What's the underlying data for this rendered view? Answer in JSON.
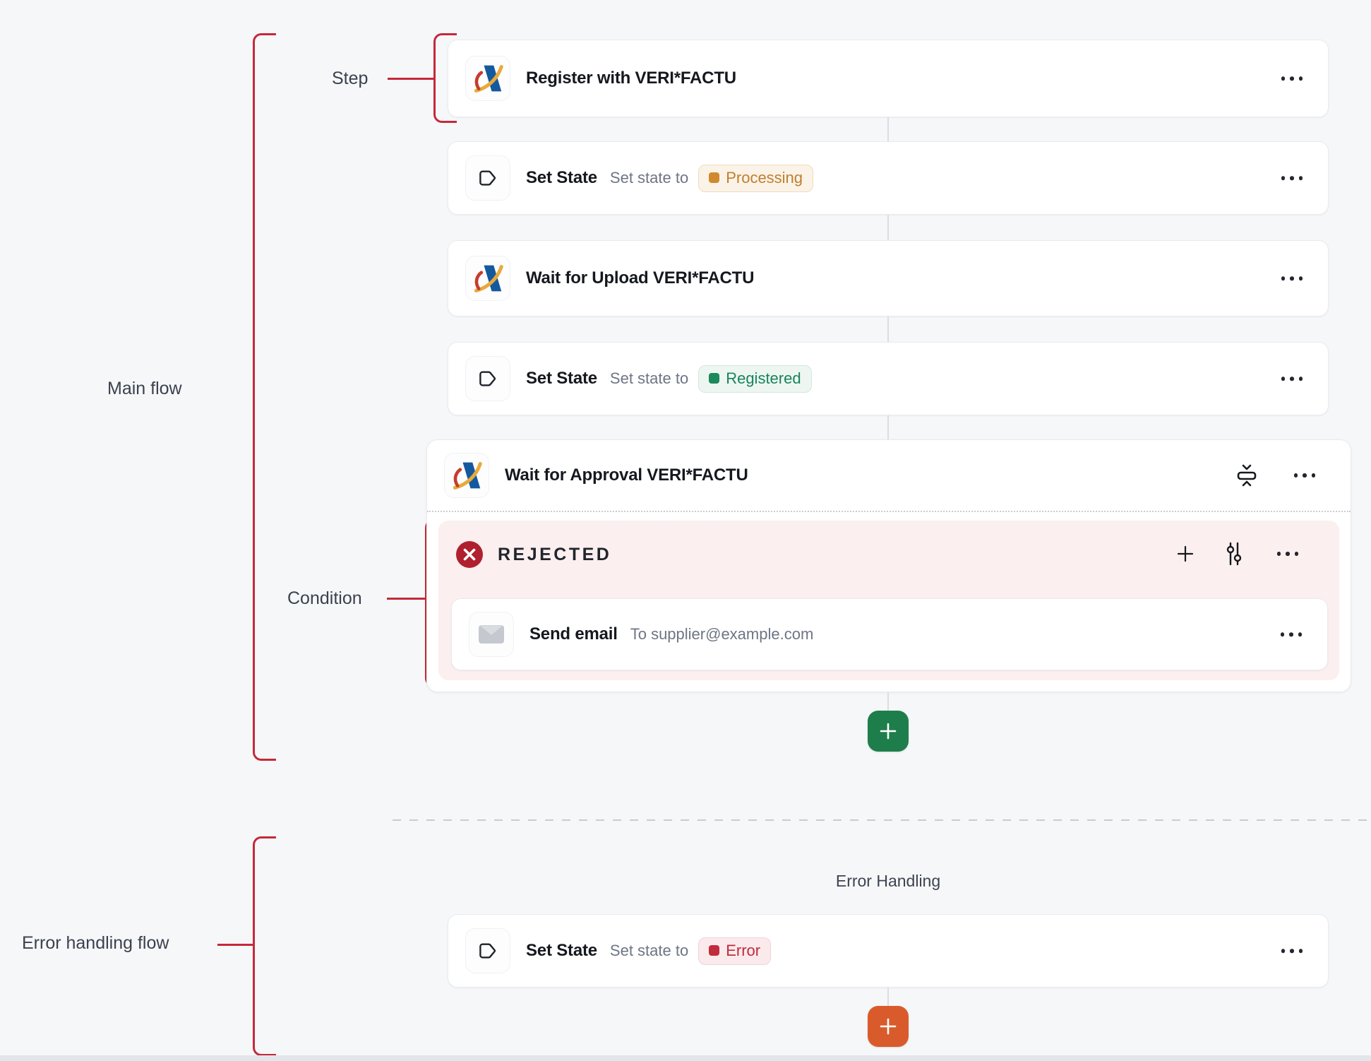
{
  "annotations": {
    "main_flow": "Main flow",
    "step": "Step",
    "condition": "Condition",
    "error_flow": "Error handling flow"
  },
  "flow": {
    "steps": [
      {
        "title": "Register with VERI*FACTU"
      },
      {
        "title": "Set State",
        "prefix": "Set state to",
        "badge": "Processing"
      },
      {
        "title": "Wait for Upload VERI*FACTU"
      },
      {
        "title": "Set State",
        "prefix": "Set state to",
        "badge": "Registered"
      }
    ],
    "approval": {
      "title": "Wait for Approval VERI*FACTU",
      "condition_label": "REJECTED",
      "email_step": {
        "title": "Send email",
        "detail": "To supplier@example.com"
      }
    }
  },
  "error_section": {
    "title": "Error Handling",
    "step": {
      "title": "Set State",
      "prefix": "Set state to",
      "badge": "Error"
    }
  },
  "icons": {
    "register_step": "aeat-logo",
    "set_state_step": "tag-icon",
    "email_step": "envelope-icon",
    "condition": "x-circle-icon",
    "header_actions": [
      "collapse-vertical-icon",
      "ellipsis-icon"
    ],
    "condition_actions": [
      "plus-icon",
      "sliders-icon",
      "ellipsis-icon"
    ]
  },
  "colors": {
    "accent_red": "#C5293A",
    "rejected_icon": "#B01F2D",
    "condition_bg": "#FBEFEF",
    "add_main": "#1E7E4B",
    "add_error": "#D95B2B",
    "badge_processing": {
      "bg": "#FBF3E7",
      "border": "#EFDCBE",
      "text": "#C07E2F",
      "dot": "#D1892F"
    },
    "badge_registered": {
      "bg": "#EDF6F1",
      "border": "#D2E8DC",
      "text": "#17845B",
      "dot": "#1B8A5D"
    },
    "badge_error": {
      "bg": "#FAEAEC",
      "border": "#F2D3D8",
      "text": "#C12A3C",
      "dot": "#C22B3D"
    }
  }
}
